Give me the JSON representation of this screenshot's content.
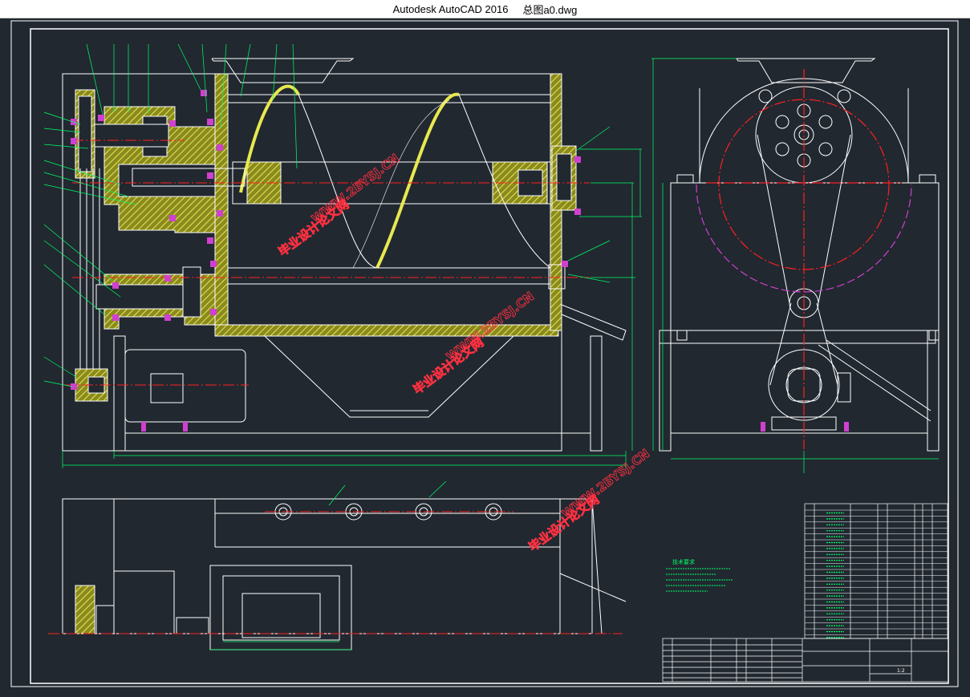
{
  "window": {
    "app_name": "Autodesk AutoCAD 2016",
    "file_name": "总图a0.dwg"
  },
  "drawing": {
    "watermark_text": "毕业设计论文网",
    "watermark_url": "WWW.2BYSJ.CN",
    "tech_req_title": "技术要求",
    "scale": "1:2",
    "colors": {
      "background": "#212830",
      "outline": "#ffffff",
      "hatch": "#c8c832",
      "centerline": "#ff2020",
      "dimension": "#00ff66",
      "bolt": "#d040d0",
      "hidden": "#d040d0"
    }
  }
}
